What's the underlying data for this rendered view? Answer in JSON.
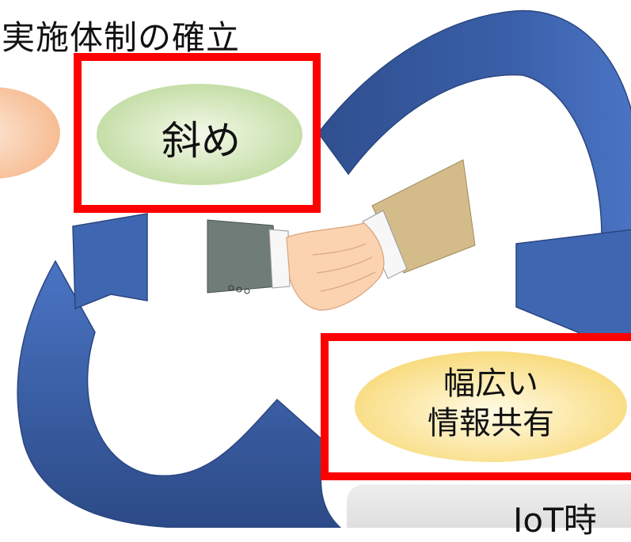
{
  "title": "実施体制の確立",
  "items": {
    "diagonal": "斜め",
    "share_line1": "幅広い",
    "share_line2": "情報共有"
  },
  "bottom_partial": "IoT時",
  "colors": {
    "arrow": "#3f66b0",
    "highlight": "#ff0000",
    "green_ellipse": "#cfe3b0",
    "yellow_ellipse": "#fde79a",
    "peach_ellipse": "#f9c9a6"
  },
  "icons": {
    "center": "handshake-icon"
  }
}
